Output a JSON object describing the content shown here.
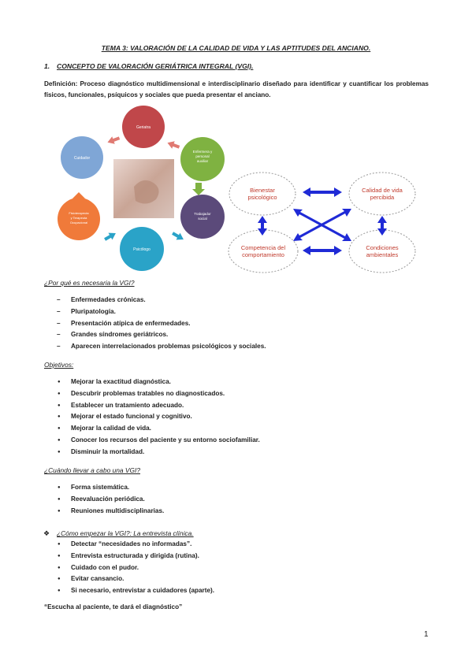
{
  "title": "TEMA 3: VALORACIÓN DE LA CALIDAD DE VIDA Y LAS APTITUDES DEL ANCIANO.",
  "section1": {
    "num": "1.",
    "text": "CONCEPTO DE VALORACIÓN GERIÁTRICA INTEGRAL (VGI)."
  },
  "definition": "Definición: Proceso diagnóstico multidimensional e interdisciplinario diseñado para identificar y cuantificar los problemas físicos, funcionales, psíquicos y sociales que pueda presentar el anciano.",
  "cycle": {
    "nodes": [
      {
        "label": "Geriatra",
        "color": "#c0474a"
      },
      {
        "label": "Enfermera y personal auxiliar",
        "color": "#7fb241"
      },
      {
        "label": "Trabajador social",
        "color": "#5b4a7a"
      },
      {
        "label": "Psicólogo",
        "color": "#2aa3c8"
      },
      {
        "label": "Fisioterapeuta y Terapeuta Ocupacional",
        "color": "#f07a3a"
      },
      {
        "label": "Cuidador",
        "color": "#7fa6d6"
      }
    ]
  },
  "quality": {
    "nodes": [
      "Bienestar psicológico",
      "Calidad de vida percibida",
      "Competencia del comportamiento",
      "Condiciones ambientales"
    ],
    "arrow_color": "#1f2ad6",
    "text_color": "#c0392b"
  },
  "why": {
    "heading": "¿Por qué es necesaria la VGI?",
    "items": [
      "Enfermedades crónicas.",
      "Pluripatología.",
      "Presentación atípica de enfermedades.",
      "Grandes síndromes geriátricos.",
      "Aparecen interrelacionados problemas psicológicos y sociales."
    ]
  },
  "objectives": {
    "heading": "Objetivos:",
    "items": [
      "Mejorar la exactitud diagnóstica.",
      "Descubrir problemas tratables no diagnosticados.",
      "Establecer un tratamiento adecuado.",
      "Mejorar el estado funcional y cognitivo.",
      "Mejorar la calidad de vida.",
      "Conocer los recursos del paciente y su entorno sociofamiliar.",
      "Disminuir la mortalidad."
    ]
  },
  "when": {
    "heading": "¿Cuándo llevar a cabo una VGI?",
    "items": [
      "Forma sistemática.",
      "Reevaluación periódica.",
      "Reuniones multidisciplinarias."
    ]
  },
  "how": {
    "heading": "¿Cómo empezar la VGI?: La entrevista clínica.",
    "bullet": "❖",
    "items": [
      "Detectar “necesidades no informadas”.",
      "Entrevista estructurada y dirigida (rutina).",
      "Cuidado con el pudor.",
      "Evitar cansancio.",
      "Si necesario, entrevistar a cuidadores (aparte)."
    ]
  },
  "quote": "“Escucha al paciente, te dará el diagnóstico”",
  "page_number": "1"
}
